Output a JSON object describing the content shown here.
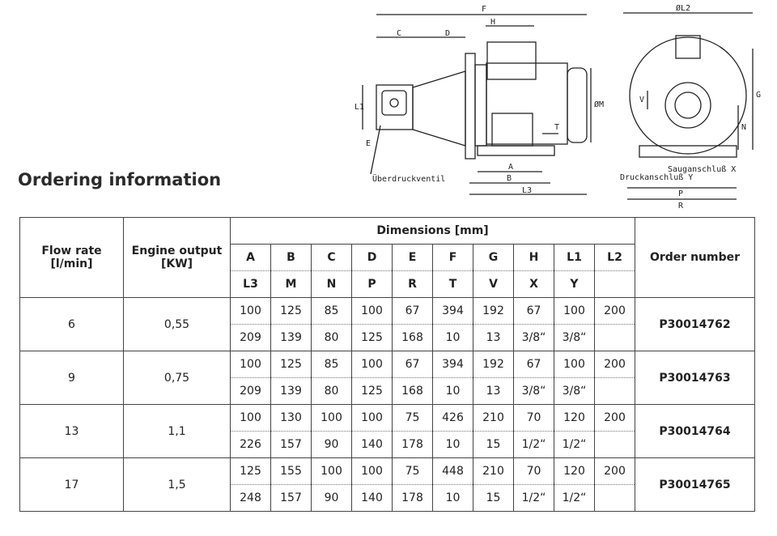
{
  "drawing": {
    "labels": {
      "F": "F",
      "H": "H",
      "C": "C",
      "D": "D",
      "L1": "L1",
      "E": "E",
      "T": "T",
      "A": "A",
      "B": "B",
      "L3": "L3",
      "M": "ØM",
      "L2": "ØL2",
      "G": "G",
      "V": "V",
      "N": "N",
      "P": "P",
      "R": "R",
      "relief_valve": "Überdruckventil",
      "suction": "Sauganschluß X",
      "pressure": "Druckanschluß Y"
    }
  },
  "heading": "Ordering information",
  "table": {
    "col_flow": "Flow rate\n[l/min]",
    "col_engine": "Engine output\n[KW]",
    "col_dimensions": "Dimensions [mm]",
    "col_order": "Order number",
    "dim_row1": [
      "A",
      "B",
      "C",
      "D",
      "E",
      "F",
      "G",
      "H",
      "L1",
      "L2"
    ],
    "dim_row2": [
      "L3",
      "M",
      "N",
      "P",
      "R",
      "T",
      "V",
      "X",
      "Y",
      ""
    ],
    "rows": [
      {
        "flow": "6",
        "engine": "0,55",
        "r1": [
          "100",
          "125",
          "85",
          "100",
          "67",
          "394",
          "192",
          "67",
          "100",
          "200"
        ],
        "r2": [
          "209",
          "139",
          "80",
          "125",
          "168",
          "10",
          "13",
          "3/8“",
          "3/8“",
          ""
        ],
        "order": "P30014762"
      },
      {
        "flow": "9",
        "engine": "0,75",
        "r1": [
          "100",
          "125",
          "85",
          "100",
          "67",
          "394",
          "192",
          "67",
          "100",
          "200"
        ],
        "r2": [
          "209",
          "139",
          "80",
          "125",
          "168",
          "10",
          "13",
          "3/8“",
          "3/8“",
          ""
        ],
        "order": "P30014763"
      },
      {
        "flow": "13",
        "engine": "1,1",
        "r1": [
          "100",
          "130",
          "100",
          "100",
          "75",
          "426",
          "210",
          "70",
          "120",
          "200"
        ],
        "r2": [
          "226",
          "157",
          "90",
          "140",
          "178",
          "10",
          "15",
          "1/2“",
          "1/2“",
          ""
        ],
        "order": "P30014764"
      },
      {
        "flow": "17",
        "engine": "1,5",
        "r1": [
          "125",
          "155",
          "100",
          "100",
          "75",
          "448",
          "210",
          "70",
          "120",
          "200"
        ],
        "r2": [
          "248",
          "157",
          "90",
          "140",
          "178",
          "10",
          "15",
          "1/2“",
          "1/2“",
          ""
        ],
        "order": "P30014765"
      }
    ]
  }
}
